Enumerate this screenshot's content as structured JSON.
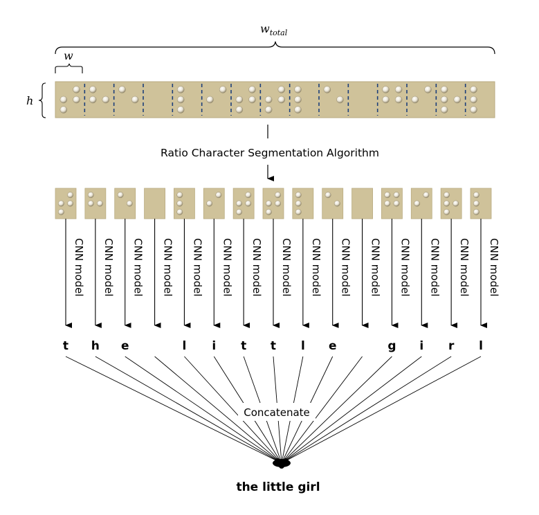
{
  "labels": {
    "w_total": "w",
    "w_total_sub": "total",
    "w": "w",
    "h": "h",
    "algorithm": "Ratio Character Segmentation Algorithm",
    "model": "CNN model",
    "concatenate": "Concatenate",
    "result": "the little girl"
  },
  "cells": [
    {
      "char": "t",
      "dots": [
        2,
        3,
        4,
        5
      ]
    },
    {
      "char": "h",
      "dots": [
        1,
        2,
        5
      ]
    },
    {
      "char": "e",
      "dots": [
        1,
        5
      ]
    },
    {
      "char": "",
      "dots": []
    },
    {
      "char": "l",
      "dots": [
        1,
        2,
        3
      ]
    },
    {
      "char": "i",
      "dots": [
        2,
        4
      ]
    },
    {
      "char": "t",
      "dots": [
        2,
        3,
        4,
        5
      ]
    },
    {
      "char": "t",
      "dots": [
        2,
        3,
        4,
        5
      ]
    },
    {
      "char": "l",
      "dots": [
        1,
        2,
        3
      ]
    },
    {
      "char": "e",
      "dots": [
        1,
        5
      ]
    },
    {
      "char": "",
      "dots": []
    },
    {
      "char": "g",
      "dots": [
        1,
        2,
        4,
        5
      ]
    },
    {
      "char": "i",
      "dots": [
        2,
        4
      ]
    },
    {
      "char": "r",
      "dots": [
        1,
        2,
        3,
        5
      ]
    },
    {
      "char": "l",
      "dots": [
        1,
        2,
        3
      ]
    }
  ],
  "colors": {
    "paper": "#cfc29a",
    "paper_edge": "#b9ab80",
    "divider": "#1c3f7a",
    "line": "#000000"
  }
}
